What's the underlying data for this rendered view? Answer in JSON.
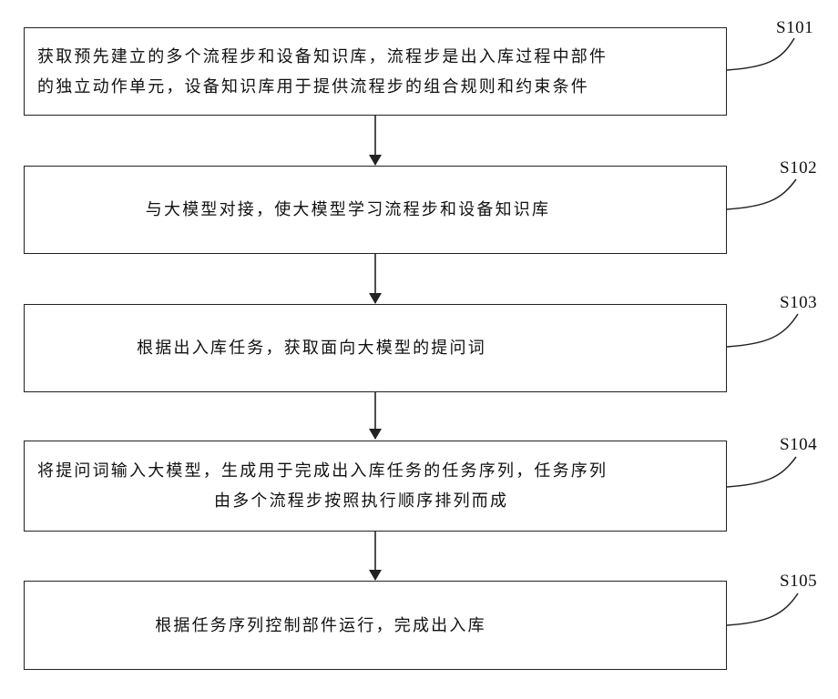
{
  "flowchart": {
    "steps": [
      {
        "id": "S101",
        "lines": [
          "获取预先建立的多个流程步和设备知识库，流程步是出入库过程中部件",
          "的独立动作单元，设备知识库用于提供流程步的组合规则和约束条件"
        ]
      },
      {
        "id": "S102",
        "lines": [
          "与大模型对接，使大模型学习流程步和设备知识库"
        ]
      },
      {
        "id": "S103",
        "lines": [
          "根据出入库任务，获取面向大模型的提问词"
        ]
      },
      {
        "id": "S104",
        "lines": [
          "将提问词输入大模型，生成用于完成出入库任务的任务序列，任务序列",
          "由多个流程步按照执行顺序排列而成"
        ]
      },
      {
        "id": "S105",
        "lines": [
          "根据任务序列控制部件运行，完成出入库"
        ]
      }
    ],
    "colors": {
      "line": "#222222",
      "text": "#111111",
      "background": "#ffffff"
    }
  }
}
